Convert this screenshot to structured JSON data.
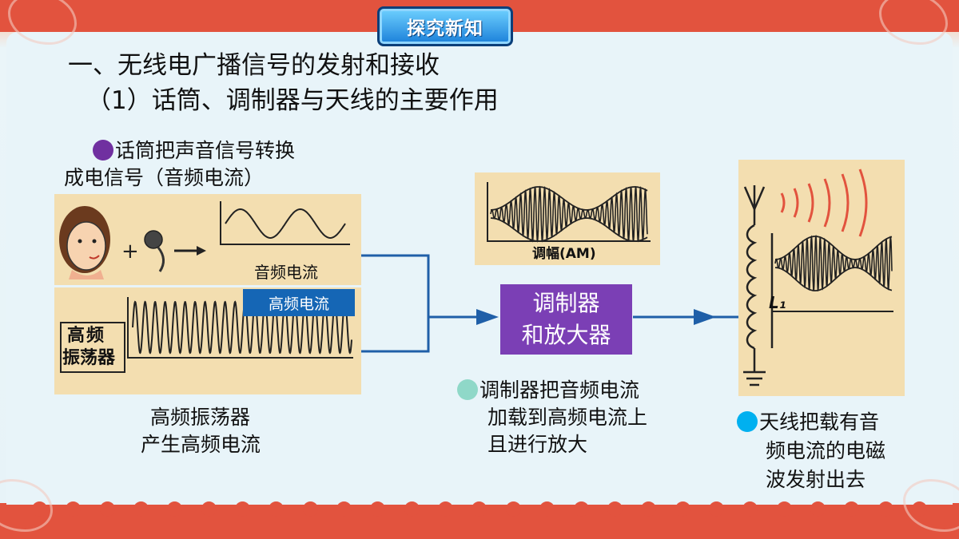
{
  "header": {
    "badge": "探究新知"
  },
  "titles": {
    "main": "一、无线电广播信号的发射和接收",
    "sub": "（1）话筒、调制器与天线的主要作用"
  },
  "mic_note": {
    "line1": "话筒把声音信号转换",
    "line2": "成电信号（音频电流）",
    "bullet_color": "#7030a0"
  },
  "oscillator_note": {
    "line1": "高频振荡器",
    "line2": "产生高频电流"
  },
  "modulator_note": {
    "line1": "调制器把音频电流",
    "line2": "加载到高频电流上",
    "line3": "且进行放大",
    "bullet_color": "#8fd8c8"
  },
  "antenna_note": {
    "line1": "天线把载有音",
    "line2": "频电流的电磁",
    "line3": "波发射出去",
    "bullet_color": "#00b0f0"
  },
  "labels": {
    "audio_current": "音频电流",
    "hf_current": "高频电流",
    "oscillator_l1": "高频",
    "oscillator_l2": "振荡器",
    "am_label": "调幅(AM)",
    "modulator_l1": "调制器",
    "modulator_l2": "和放大器",
    "inductor": "L₁"
  },
  "colors": {
    "border_red": "#e2533e",
    "arrow_blue": "#1f5fa8",
    "panel_bg": "#f3deb0",
    "modulator_purple": "#7b3fb5"
  }
}
